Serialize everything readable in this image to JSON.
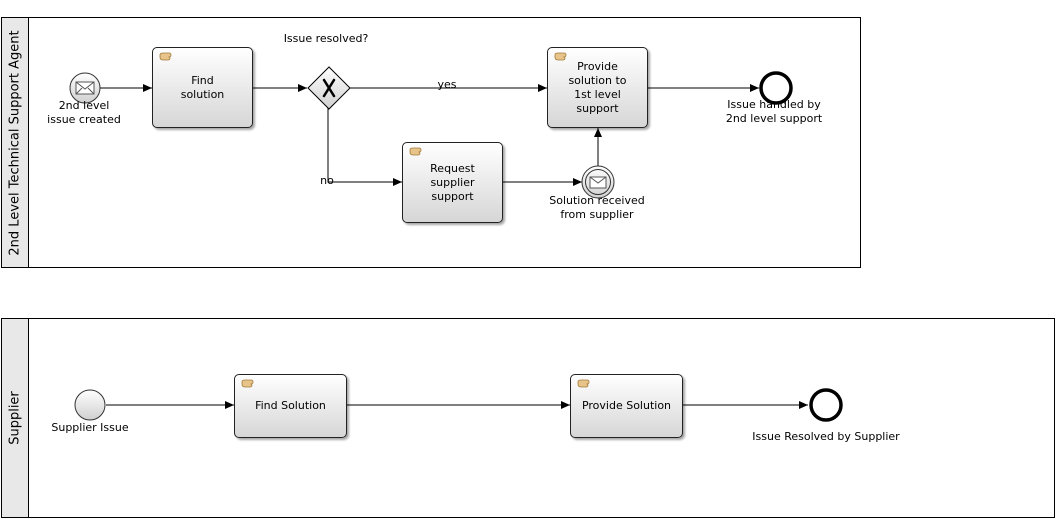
{
  "pools": {
    "support_agent": {
      "label": "2nd Level Technical Support Agent"
    },
    "supplier": {
      "label": "Supplier"
    }
  },
  "events": {
    "issue_created": "2nd level\nissue created",
    "solution_received": "Solution received\nfrom supplier",
    "issue_handled": "Issue handled by\n2nd level support",
    "supplier_issue": "Supplier Issue",
    "issue_resolved_supplier": "Issue Resolved by Supplier"
  },
  "tasks": {
    "find_solution": "Find\nsolution",
    "provide_solution_1st": "Provide\nsolution to\n1st level\nsupport",
    "request_supplier": "Request\nsupplier\nsupport",
    "supplier_find_solution": "Find Solution",
    "supplier_provide_solution": "Provide Solution"
  },
  "gateway": {
    "label": "Issue resolved?"
  },
  "flows": {
    "yes": "yes",
    "no": "no"
  },
  "icons": {
    "task": "hand-icon",
    "message": "envelope-icon",
    "gateway": "exclusive-gateway-x"
  }
}
